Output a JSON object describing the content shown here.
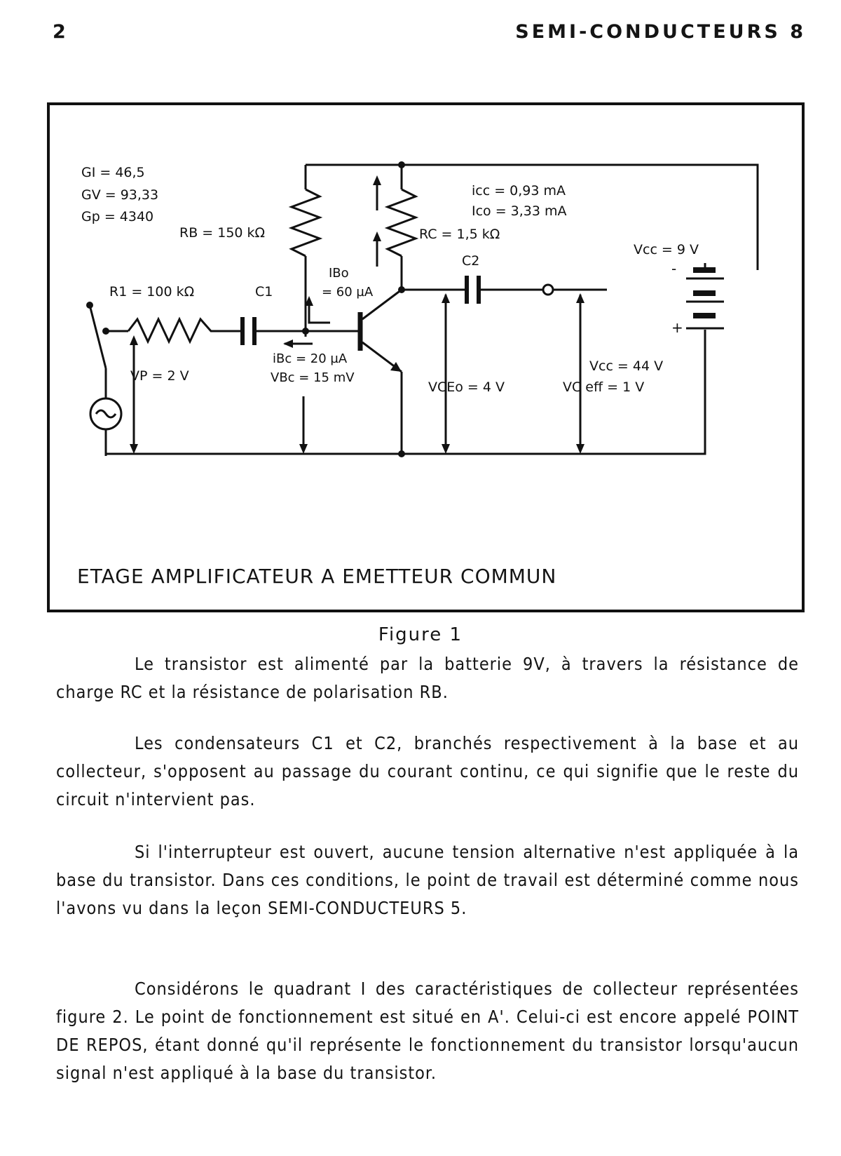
{
  "header": {
    "page_number": "2",
    "running_title": "SEMI-CONDUCTEURS 8"
  },
  "figure": {
    "gains": {
      "gi": "GI = 46,5",
      "gv": "GV = 93,33",
      "gp": "Gp = 4340"
    },
    "components": {
      "r1": "R1 = 100 kΩ",
      "c1": "C1",
      "rb": "RB = 150 kΩ",
      "rc": "RC = 1,5 kΩ",
      "c2": "C2",
      "vcc_battery": "Vcc = 9 V",
      "minus": "-",
      "plus": "+"
    },
    "currents": {
      "icc": "icc = 0,93 mA",
      "ico": "Ico = 3,33 mA",
      "ibo_label": "IBo",
      "ibo_value": "= 60 µA",
      "ibc": "iBc = 20 µA",
      "vbc": "VBc = 15 mV"
    },
    "voltages": {
      "vp": "VP = 2 V",
      "vceo": "VCEo = 4 V",
      "vcc_out": "Vcc = 44 V",
      "vc_eff": "VC eff = 1 V"
    },
    "title": "ETAGE AMPLIFICATEUR A EMETTEUR COMMUN",
    "caption": "Figure 1"
  },
  "paragraphs": [
    "Le transistor est alimenté par la batterie 9V, à travers la résistance de charge RC et la résistance de polarisation RB.",
    "Les condensateurs C1 et C2, branchés respectivement à la base et au collecteur, s'opposent au passage du courant continu, ce qui signifie que le reste du circuit n'intervient pas.",
    "Si l'interrupteur est ouvert, aucune tension alternative n'est appliquée à la base du transistor. Dans ces conditions, le point de travail est déterminé comme nous l'avons vu dans la leçon SEMI-CONDUCTEURS 5.",
    "Considérons le quadrant I des caractéristiques de collecteur représentées figure 2. Le point de fonctionnement est situé en A'. Celui-ci est encore appelé POINT DE REPOS, étant donné qu'il représente le fonctionnement du transistor lorsqu'aucun signal n'est appliqué à la base du transistor."
  ]
}
